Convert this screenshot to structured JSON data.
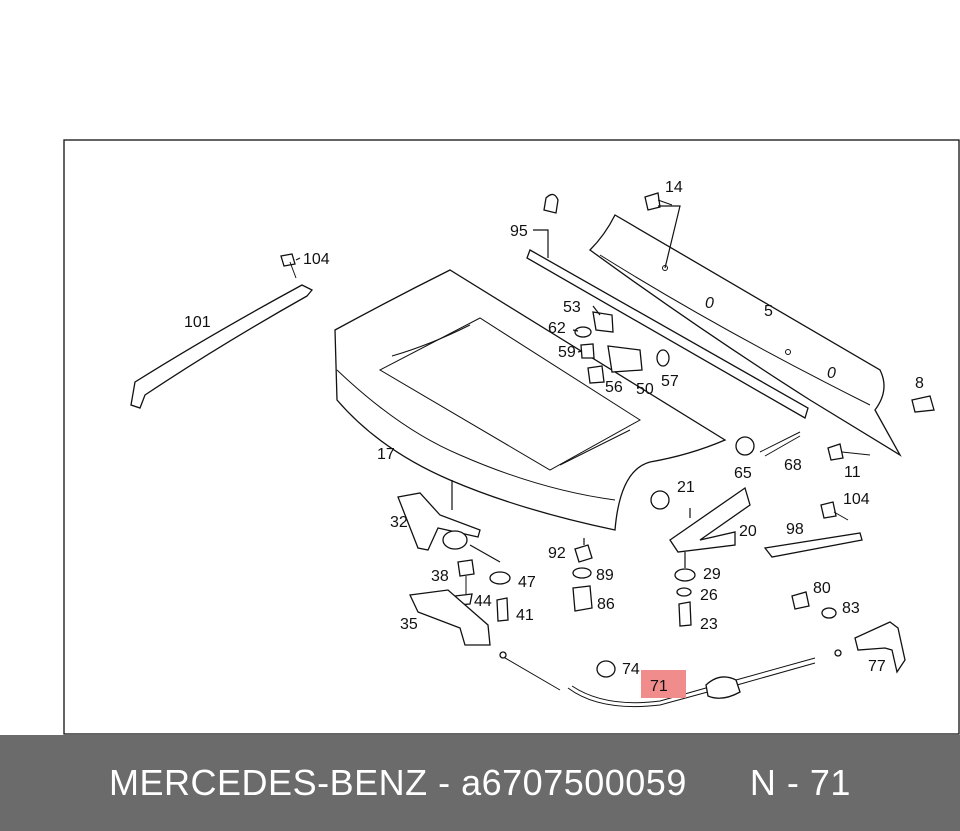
{
  "diagram": {
    "callouts": {
      "c14": "14",
      "c95": "95",
      "c5": "5",
      "c104a": "104",
      "c101": "101",
      "c53": "53",
      "c62": "62",
      "c59": "59",
      "c56": "56",
      "c50": "50",
      "c57": "57",
      "c8": "8",
      "c17": "17",
      "c65": "65",
      "c68": "68",
      "c11": "11",
      "c21": "21",
      "c104b": "104",
      "c32": "32",
      "c20": "20",
      "c98": "98",
      "c92": "92",
      "c38": "38",
      "c47": "47",
      "c89": "89",
      "c29": "29",
      "c44": "44",
      "c86": "86",
      "c26": "26",
      "c80": "80",
      "c41": "41",
      "c83": "83",
      "c35": "35",
      "c23": "23",
      "c74": "74",
      "c77": "77",
      "c71": "71"
    },
    "highlight_color": "#f08c8c"
  },
  "footer": {
    "brand": "MERCEDES-BENZ",
    "separator": "-",
    "part_number": "a6707500059",
    "ref_prefix": "N",
    "ref_separator": "-",
    "ref_number": "71"
  }
}
